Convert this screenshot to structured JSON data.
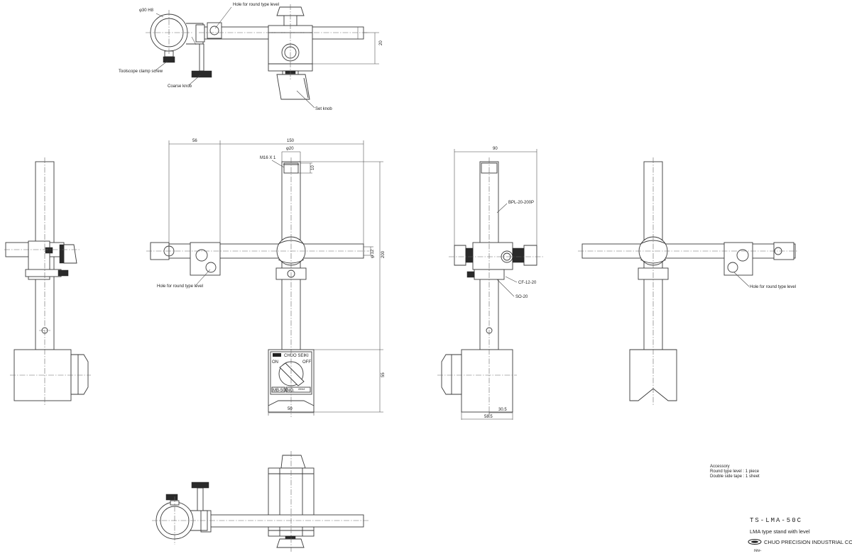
{
  "callouts": {
    "dia30": "φ30 H8",
    "hole_round_level": "Hole for round type level",
    "toolscope_clamp": "Toolscope clamp screw",
    "coarse_knob": "Coarse knob",
    "set_knob": "Set knob",
    "bpl": "BPL-20-200P",
    "cf": "CF-12-20",
    "so": "SO-20",
    "m16": "M16 X 1"
  },
  "dimensions": {
    "d20_top": "20",
    "d56": "56",
    "d150": "150",
    "d_phi20": "φ20",
    "d10": "10",
    "d_phi12": "φ 12",
    "d200": "200",
    "d55": "55",
    "d50": "50",
    "d90": "90",
    "d30_5": "30.5",
    "d58_5": "58.5"
  },
  "base_plate": {
    "brand": "CHUO SEIKI",
    "on": "ON",
    "off": "OFF",
    "model": "MB-50C",
    "no": "NO.",
    "serial": "****"
  },
  "accessory": {
    "heading": "Accessory",
    "line1": "Round type level : 1 piece",
    "line2": "Double side tape : 1 sheet"
  },
  "title_block": {
    "part_no": "TS-LMA-50C",
    "description": "LMA type stand with level",
    "company": "CHUO PRECISION INDUSTRIAL CO.,LTD.",
    "revision": "rev-"
  }
}
